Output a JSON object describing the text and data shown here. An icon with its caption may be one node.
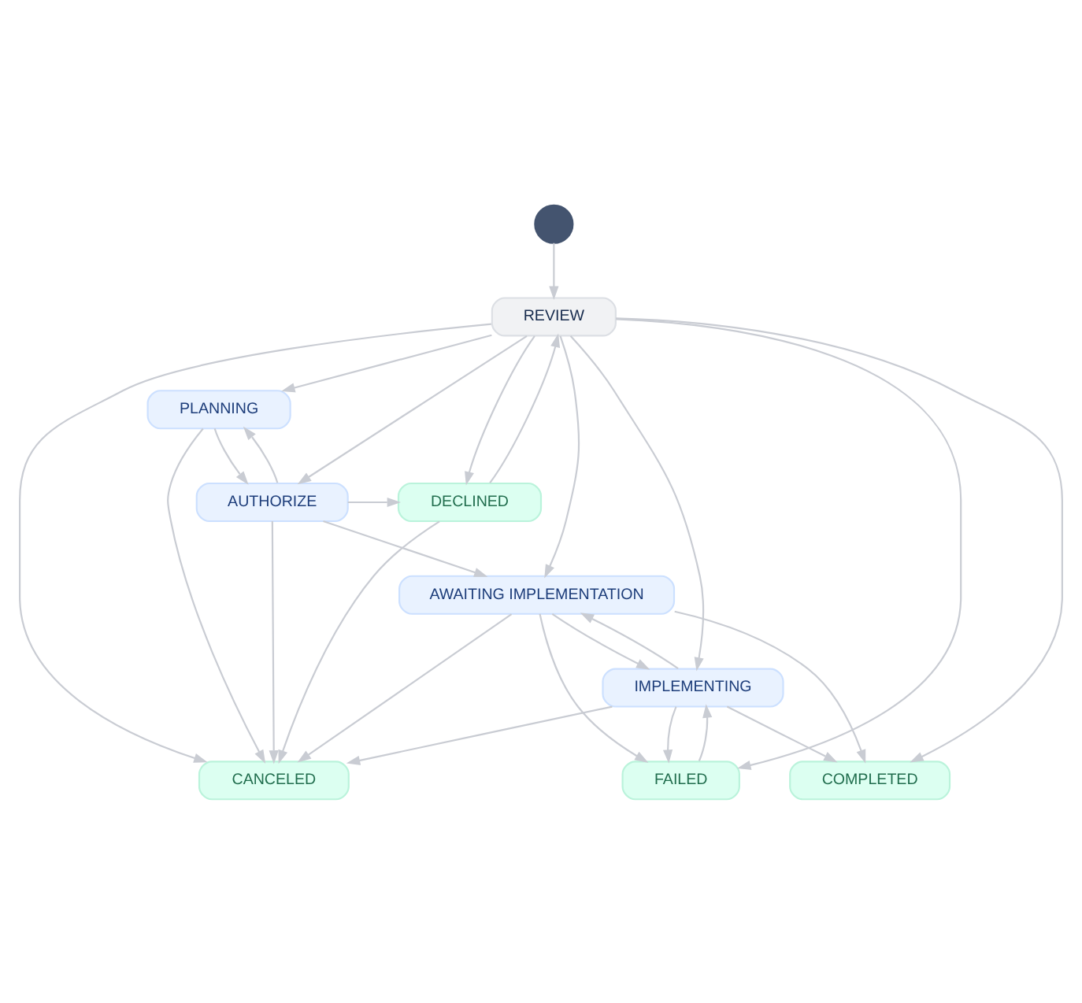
{
  "diagram": {
    "nodes": [
      {
        "text": [],
        "shape": "circle"
      },
      {
        "text": [
          "REVIEW"
        ]
      },
      {
        "text": [
          "PLANNING"
        ]
      },
      {
        "text": [
          "DECLINED"
        ]
      },
      {
        "text": [
          "AUTHORIZE"
        ]
      },
      {
        "text": [
          "AWAITING IMPLEMENTATION"
        ]
      },
      {
        "text": [
          "IMPLEMENTING"
        ]
      },
      {
        "text": [
          "CANCELED"
        ]
      },
      {
        "text": [
          "COMPLETED"
        ]
      },
      {
        "text": [
          "FAILED"
        ]
      }
    ],
    "edges": [
      {
        "from": 0,
        "to": 1,
        "arrow": "to"
      },
      {
        "from": 3,
        "to": 1,
        "arrow": "to"
      },
      {
        "from": 1,
        "to": 3,
        "arrow": "to"
      },
      {
        "from": 1,
        "to": 7,
        "arrow": "to"
      },
      {
        "from": 1,
        "to": 2,
        "arrow": "to"
      },
      {
        "from": 1,
        "to": 4,
        "arrow": "to"
      },
      {
        "from": 1,
        "to": 5,
        "arrow": "to"
      },
      {
        "from": 1,
        "to": 6,
        "arrow": "to"
      },
      {
        "from": 1,
        "to": 8,
        "arrow": "to"
      },
      {
        "from": 1,
        "to": 9,
        "arrow": "to"
      },
      {
        "from": 2,
        "to": 7,
        "arrow": "to"
      },
      {
        "from": 2,
        "to": 4,
        "arrow": "to"
      },
      {
        "from": 4,
        "to": 2,
        "arrow": "to"
      },
      {
        "from": 4,
        "to": 3,
        "arrow": "to"
      },
      {
        "from": 4,
        "to": 7,
        "arrow": "to"
      },
      {
        "from": 4,
        "to": 5,
        "arrow": "to"
      },
      {
        "from": 5,
        "to": 7,
        "arrow": "to"
      },
      {
        "from": 5,
        "to": 8,
        "arrow": "to"
      },
      {
        "from": 5,
        "to": 6,
        "arrow": "to"
      },
      {
        "from": 5,
        "to": 9,
        "arrow": "to"
      },
      {
        "from": 6,
        "to": 5,
        "arrow": "to"
      },
      {
        "from": 6,
        "to": 7,
        "arrow": "to"
      },
      {
        "from": 6,
        "to": 8,
        "arrow": "to"
      },
      {
        "from": 6,
        "to": 9,
        "arrow": "to"
      },
      {
        "from": 9,
        "to": 6,
        "arrow": "to"
      },
      {
        "from": 3,
        "to": 7,
        "arrow": "to"
      }
    ]
  }
}
